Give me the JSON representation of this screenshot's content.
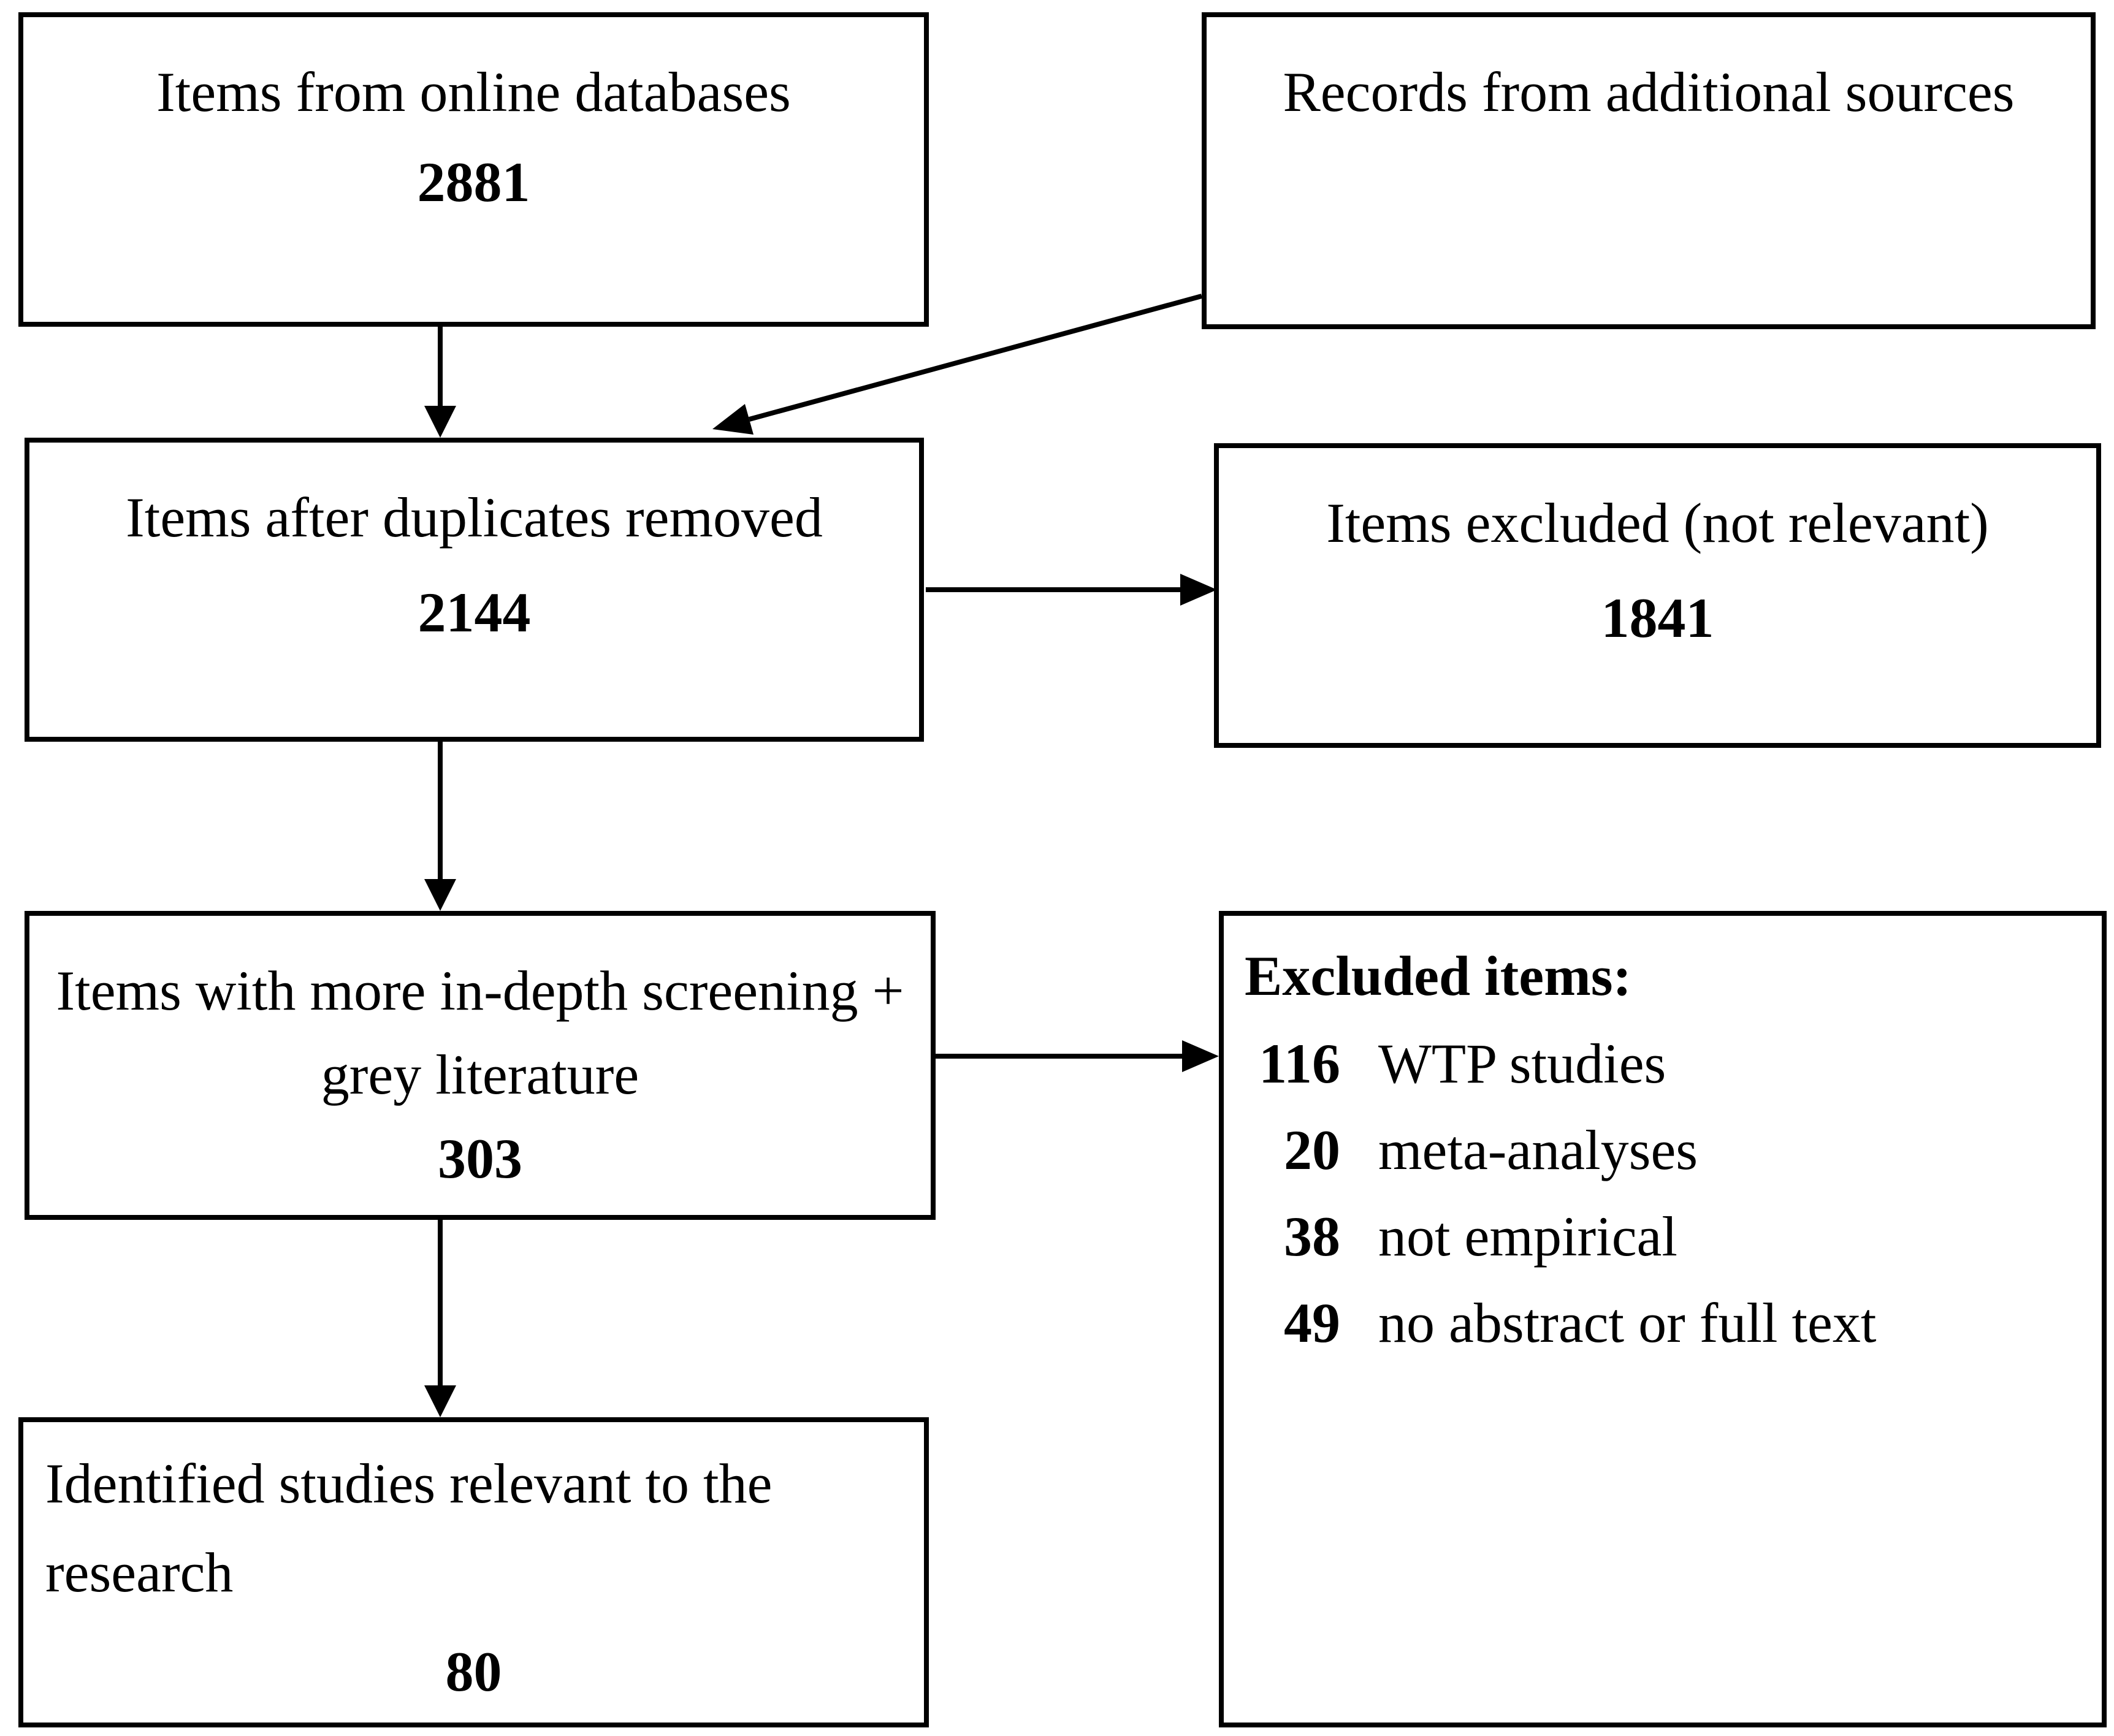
{
  "diagram": {
    "background_color": "#ffffff",
    "line_color": "#000000",
    "boxes": {
      "online_databases": {
        "title": "Items from online databases",
        "count": "2881"
      },
      "additional_sources": {
        "title": "Records from additional sources"
      },
      "after_duplicates": {
        "title": "Items after duplicates removed",
        "count": "2144"
      },
      "excluded_not_relevant": {
        "title": "Items excluded (not relevant)",
        "count": "1841"
      },
      "in_depth_screening": {
        "title_line1": "Items with more in-depth screening +",
        "title_line2": "grey literature",
        "count": "303"
      },
      "excluded_items": {
        "heading": "Excluded items:",
        "items": [
          {
            "count": "116",
            "label": "WTP studies"
          },
          {
            "count": "20",
            "label": "meta-analyses"
          },
          {
            "count": "38",
            "label": "not empirical"
          },
          {
            "count": "49",
            "label": "no abstract or full text"
          }
        ]
      },
      "identified_studies": {
        "title_line1": "Identified studies relevant to the",
        "title_line2": "research",
        "count": "80"
      }
    }
  }
}
